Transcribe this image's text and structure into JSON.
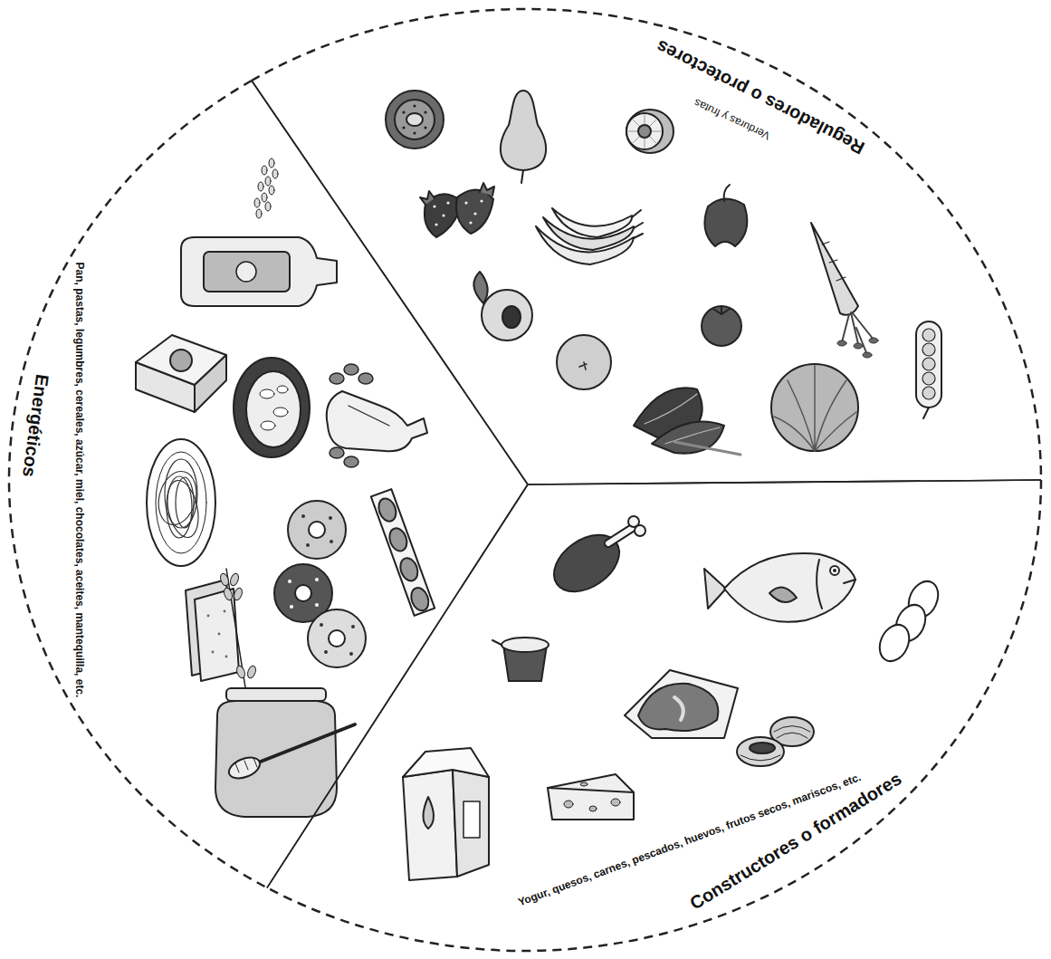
{
  "diagram": {
    "nodes": [
      {
        "text": [
          "Energéticos",
          "Pan, pastas, legumbres, cereales, azúcar, miel, chocolates, aceites, mantequilla, etc."
        ]
      },
      {
        "text": [
          "Reguladores o protectores",
          "Verduras y frutas"
        ]
      },
      {
        "text": [
          "Constructores o formadores",
          "Yogur, quesos, carnes, pescados, huevos, frutos secos, mariscos, etc."
        ]
      }
    ]
  }
}
